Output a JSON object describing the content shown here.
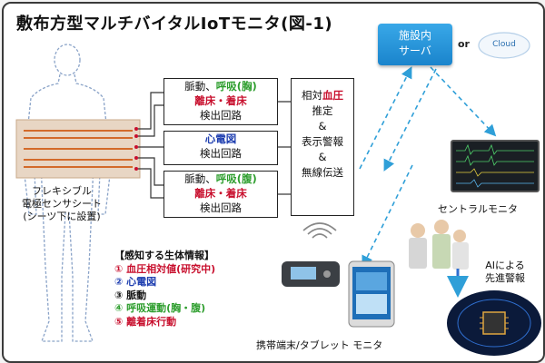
{
  "title": "敷布方型マルチバイタルIoTモニタ(図-1)",
  "box1": {
    "l1a": "脈動、",
    "l1b": "呼吸(胸)",
    "l2": "離床・着床",
    "l3": "検出回路"
  },
  "box2": {
    "l1": "心電図",
    "l2": "検出回路"
  },
  "box3": {
    "l1a": "脈動、",
    "l1b": "呼吸(腹)",
    "l2": "離床・着床",
    "l3": "検出回路"
  },
  "proc": {
    "l1a": "相対",
    "l1b": "血圧",
    "l2": "推定",
    "amp1": "&",
    "l3": "表示警報",
    "amp2": "&",
    "l4": "無線伝送"
  },
  "server": {
    "l1": "施設内",
    "l2": "サーバ"
  },
  "or": "or",
  "cloud": "Cloud",
  "central_monitor": "セントラルモニタ",
  "sensor_sheet": {
    "l1": "フレキシブル",
    "l2": "電極センサシート",
    "l3": "(シーツ下に設置)"
  },
  "info": {
    "heading": "【感知する生体情報】",
    "items": [
      {
        "text": "① 血圧相対値(研究中)",
        "color": "#c8102e"
      },
      {
        "text": "② 心電図",
        "color": "#1f3fb0"
      },
      {
        "text": "③ 脈動",
        "color": "#111111"
      },
      {
        "text": "④ 呼吸運動(胸・腹)",
        "color": "#2e9e2e"
      },
      {
        "text": "⑤ 離着床行動",
        "color": "#c8102e"
      }
    ]
  },
  "ai": {
    "l1": "AIによる",
    "l2": "先進警報"
  },
  "mobile_label": "携帯端末/タブレット モニタ",
  "colors": {
    "red": "#c8102e",
    "green": "#2e9e2e",
    "blue": "#1f3fb0",
    "server": "#1a84cc",
    "arrow": "#2f9fd8"
  }
}
